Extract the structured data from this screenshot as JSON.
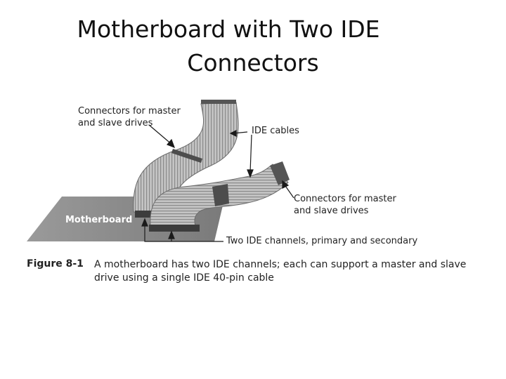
{
  "title": {
    "line1": "Motherboard with Two IDE",
    "line2": "Connectors"
  },
  "callouts": {
    "top_connectors": [
      "Connectors for master",
      "and slave drives"
    ],
    "ide_cables": "IDE cables",
    "right_connectors": [
      "Connectors for master",
      "and slave drives"
    ],
    "channels": "Two IDE channels, primary and secondary"
  },
  "motherboard_label": "Motherboard",
  "figure": {
    "label": "Figure 8-1",
    "caption_line1": "A motherboard has two IDE channels; each can support a master and slave",
    "caption_line2": "drive using a single IDE 40-pin cable"
  },
  "colors": {
    "board": "#8c8c8c",
    "board_dark": "#6e6e6e",
    "cable": "#bdbdbd",
    "cable_stripe": "#8f8f8f",
    "arrow": "#1a1a1a"
  }
}
